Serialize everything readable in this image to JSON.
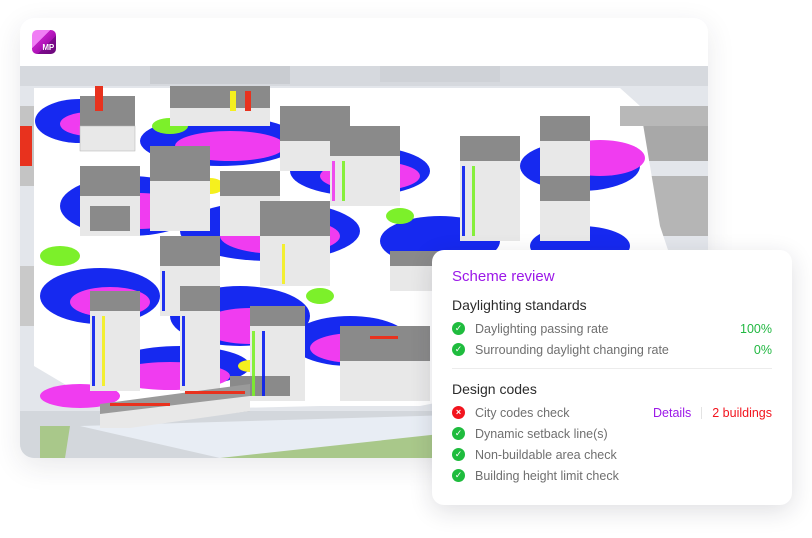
{
  "app": {
    "logo_text": "MP",
    "colors": {
      "brand_purple": "#9b17e8",
      "pass_green": "#1fbc3e",
      "fail_red": "#f2141e"
    }
  },
  "map": {
    "description": "3D city block daylight analysis render",
    "legend_colors": [
      "#0a1ef0",
      "#f03cf0",
      "#7cf02a",
      "#f5f01e",
      "#e8321e",
      "#8a8a8a"
    ]
  },
  "review": {
    "title": "Scheme review",
    "daylighting": {
      "title": "Daylighting standards",
      "items": [
        {
          "status": "pass",
          "icon": "check-circle-icon",
          "label": "Daylighting passing rate",
          "value": "100%"
        },
        {
          "status": "pass",
          "icon": "check-circle-icon",
          "label": "Surrounding daylight changing rate",
          "value": "0%"
        }
      ]
    },
    "design_codes": {
      "title": "Design codes",
      "items": [
        {
          "status": "fail",
          "icon": "x-circle-icon",
          "label": "City codes check",
          "details_label": "Details",
          "fail_count": "2 buildings"
        },
        {
          "status": "pass",
          "icon": "check-circle-icon",
          "label": "Dynamic setback line(s)"
        },
        {
          "status": "pass",
          "icon": "check-circle-icon",
          "label": "Non-buildable area check"
        },
        {
          "status": "pass",
          "icon": "check-circle-icon",
          "label": "Building height limit check"
        }
      ]
    }
  }
}
